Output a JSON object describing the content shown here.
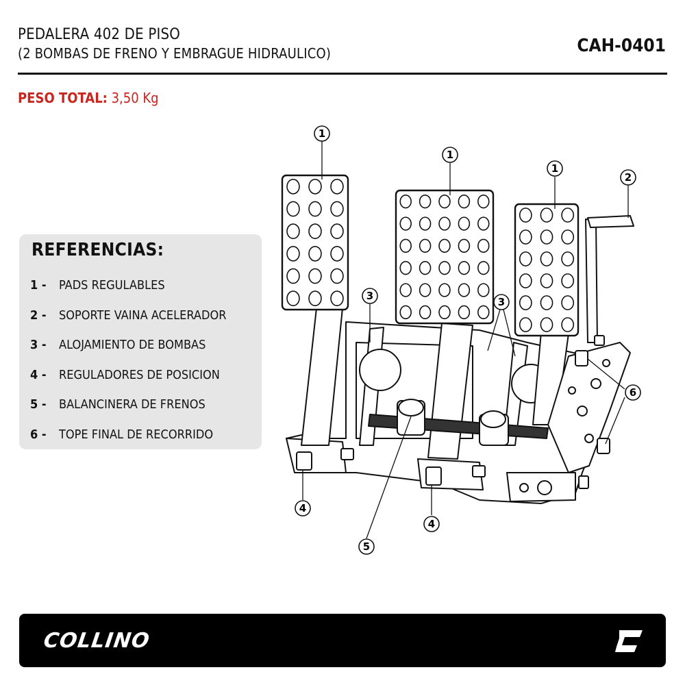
{
  "header": {
    "title_line1": "PEDALERA 402 DE PISO",
    "title_line2": "(2 BOMBAS DE FRENO Y EMBRAGUE HIDRAULICO)",
    "code": "CAH-0401"
  },
  "weight": {
    "label": "PESO TOTAL:",
    "value": "3,50 Kg"
  },
  "references": {
    "heading": "REFERENCIAS:",
    "items": [
      {
        "num": "1 -",
        "text": "PADS REGULABLES"
      },
      {
        "num": "2 -",
        "text": "SOPORTE VAINA ACELERADOR"
      },
      {
        "num": "3 -",
        "text": "ALOJAMIENTO DE BOMBAS"
      },
      {
        "num": "4 -",
        "text": "REGULADORES DE POSICION"
      },
      {
        "num": "5 -",
        "text": "BALANCINERA DE FRENOS"
      },
      {
        "num": "6 -",
        "text": "TOPE FINAL DE RECORRIDO"
      }
    ]
  },
  "callouts": [
    "1",
    "1",
    "1",
    "2",
    "3",
    "3",
    "4",
    "4",
    "5",
    "6"
  ],
  "footer": {
    "brand": "COLLINO"
  },
  "colors": {
    "accent_red": "#c8261f",
    "footer_bg": "#000000",
    "ref_bg": "#e6e6e6"
  }
}
